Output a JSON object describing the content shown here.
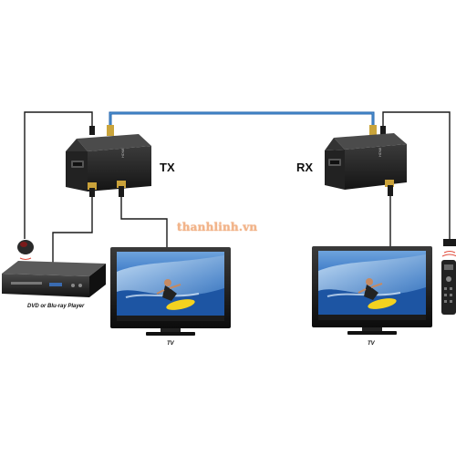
{
  "diagram": {
    "tx_label": "TX",
    "rx_label": "RX",
    "player_label": "DVD or Blu-ray Player",
    "tv_left_label": "TV",
    "tv_right_label": "TV",
    "watermark": "thanhlinh.vn"
  },
  "colors": {
    "background": "#ffffff",
    "device_body": "#1e1e1e",
    "cable_black": "#1a1a1a",
    "cable_blue": "#1f5fa8",
    "screen_sky": "#3d78c8",
    "surfboard": "#f4d21f",
    "watermark": "#f2b48a"
  },
  "icons": [
    "ir-receiver-icon",
    "ir-remote-icon",
    "hdmi-port-icon"
  ]
}
